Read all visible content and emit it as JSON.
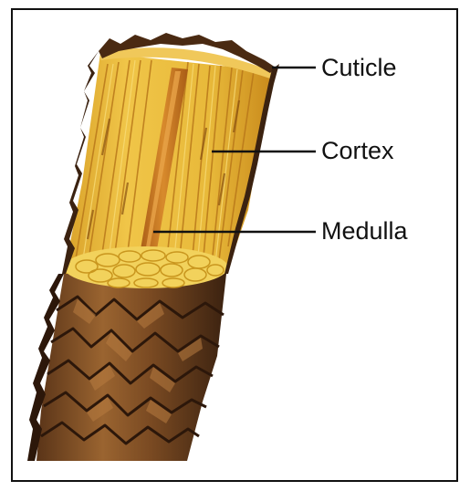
{
  "labels": {
    "cuticle": "Cuticle",
    "cortex": "Cortex",
    "medulla": "Medulla"
  },
  "colors": {
    "cuticle_dark": "#3b2210",
    "cuticle_mid": "#7a4a22",
    "cuticle_light": "#a8713a",
    "cortex_fill": "#e8b93a",
    "cortex_fiber": "#c98a1c",
    "cortex_highlight": "#f6d668",
    "medulla": "#c8741e",
    "cross_section": "#f2d25c",
    "leader_line": "#111111"
  }
}
